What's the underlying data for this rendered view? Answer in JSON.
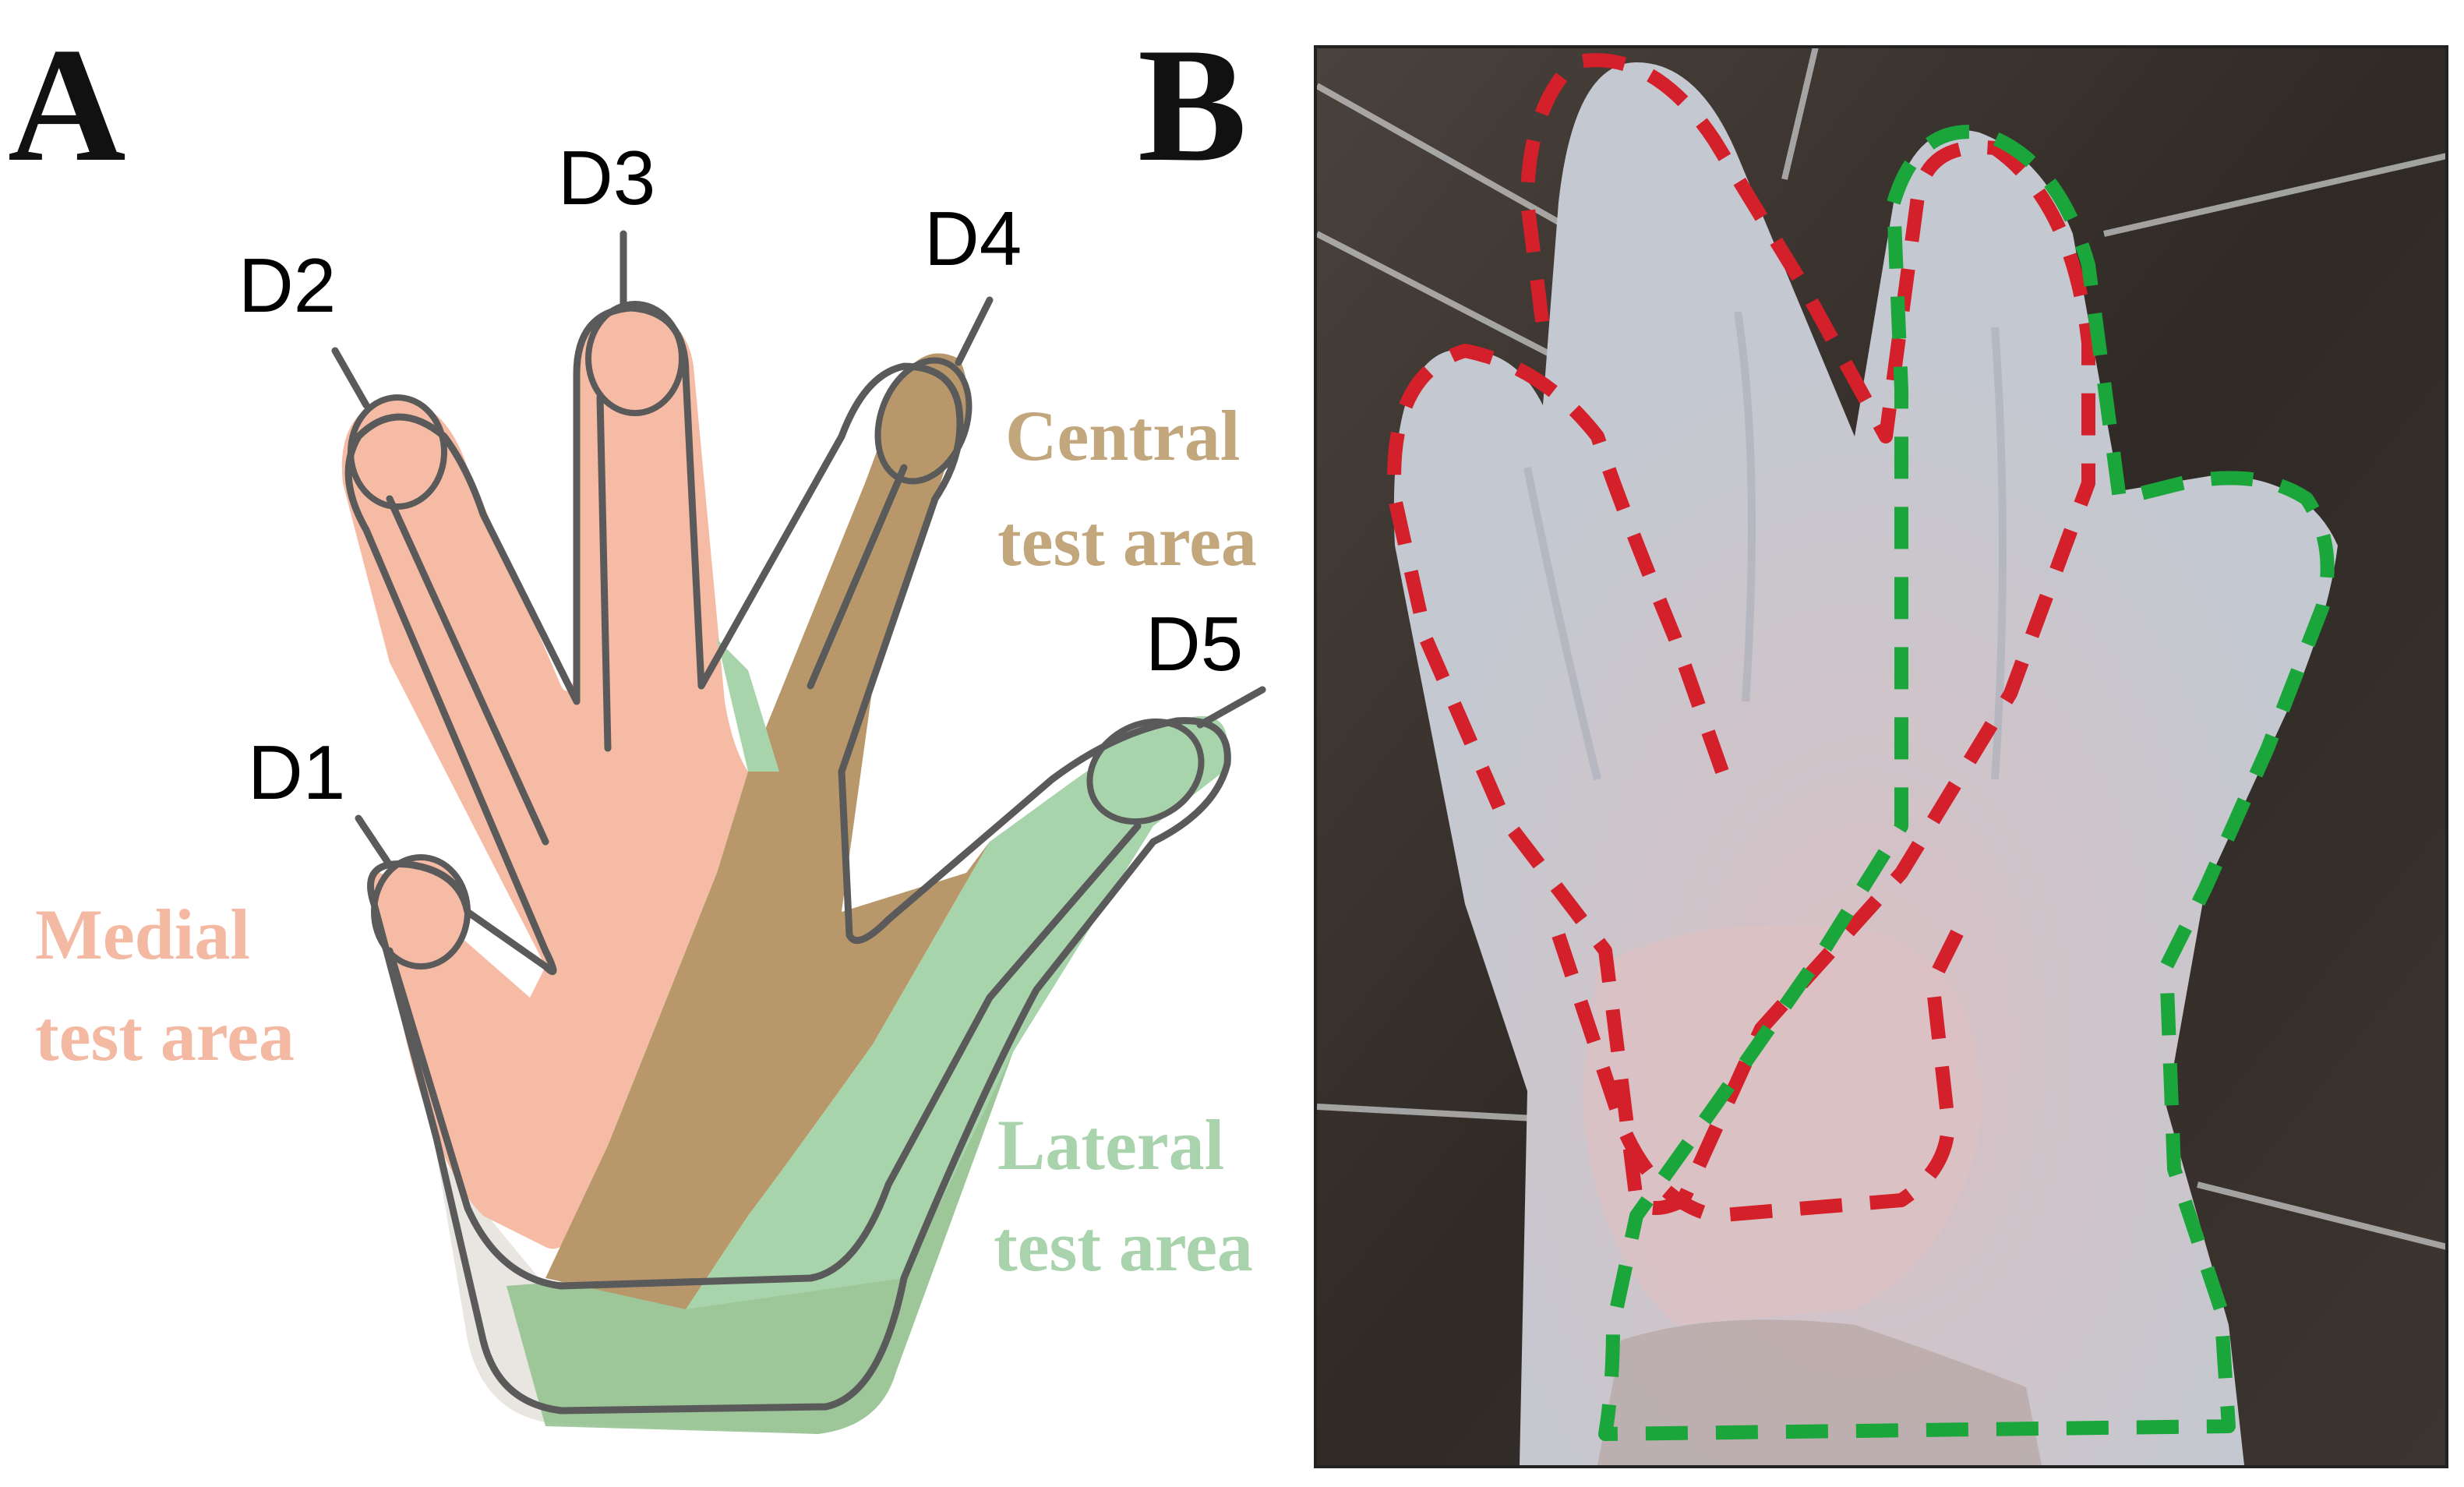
{
  "panels": {
    "a": {
      "letter": "A"
    },
    "b": {
      "letter": "B"
    }
  },
  "digits": {
    "d1": "D1",
    "d2": "D2",
    "d3": "D3",
    "d4": "D4",
    "d5": "D5"
  },
  "areas": {
    "medial": {
      "line1": "Medial",
      "line2": "test area",
      "color": "#f4b9a3"
    },
    "central": {
      "line1": "Central",
      "line2": "test area",
      "color": "#c3a77c"
    },
    "lateral": {
      "line1": "Lateral",
      "line2": "test area",
      "color": "#a9d3ad"
    }
  },
  "colors": {
    "medial_fill": "#f5bba5",
    "central_fill": "#b8976a",
    "lateral_fill": "#a8d4ab",
    "red_outline": "#d4202a",
    "green_outline": "#1aa63a",
    "photo_background": "#3a3430",
    "paw_skin": "#c9cdd4"
  }
}
